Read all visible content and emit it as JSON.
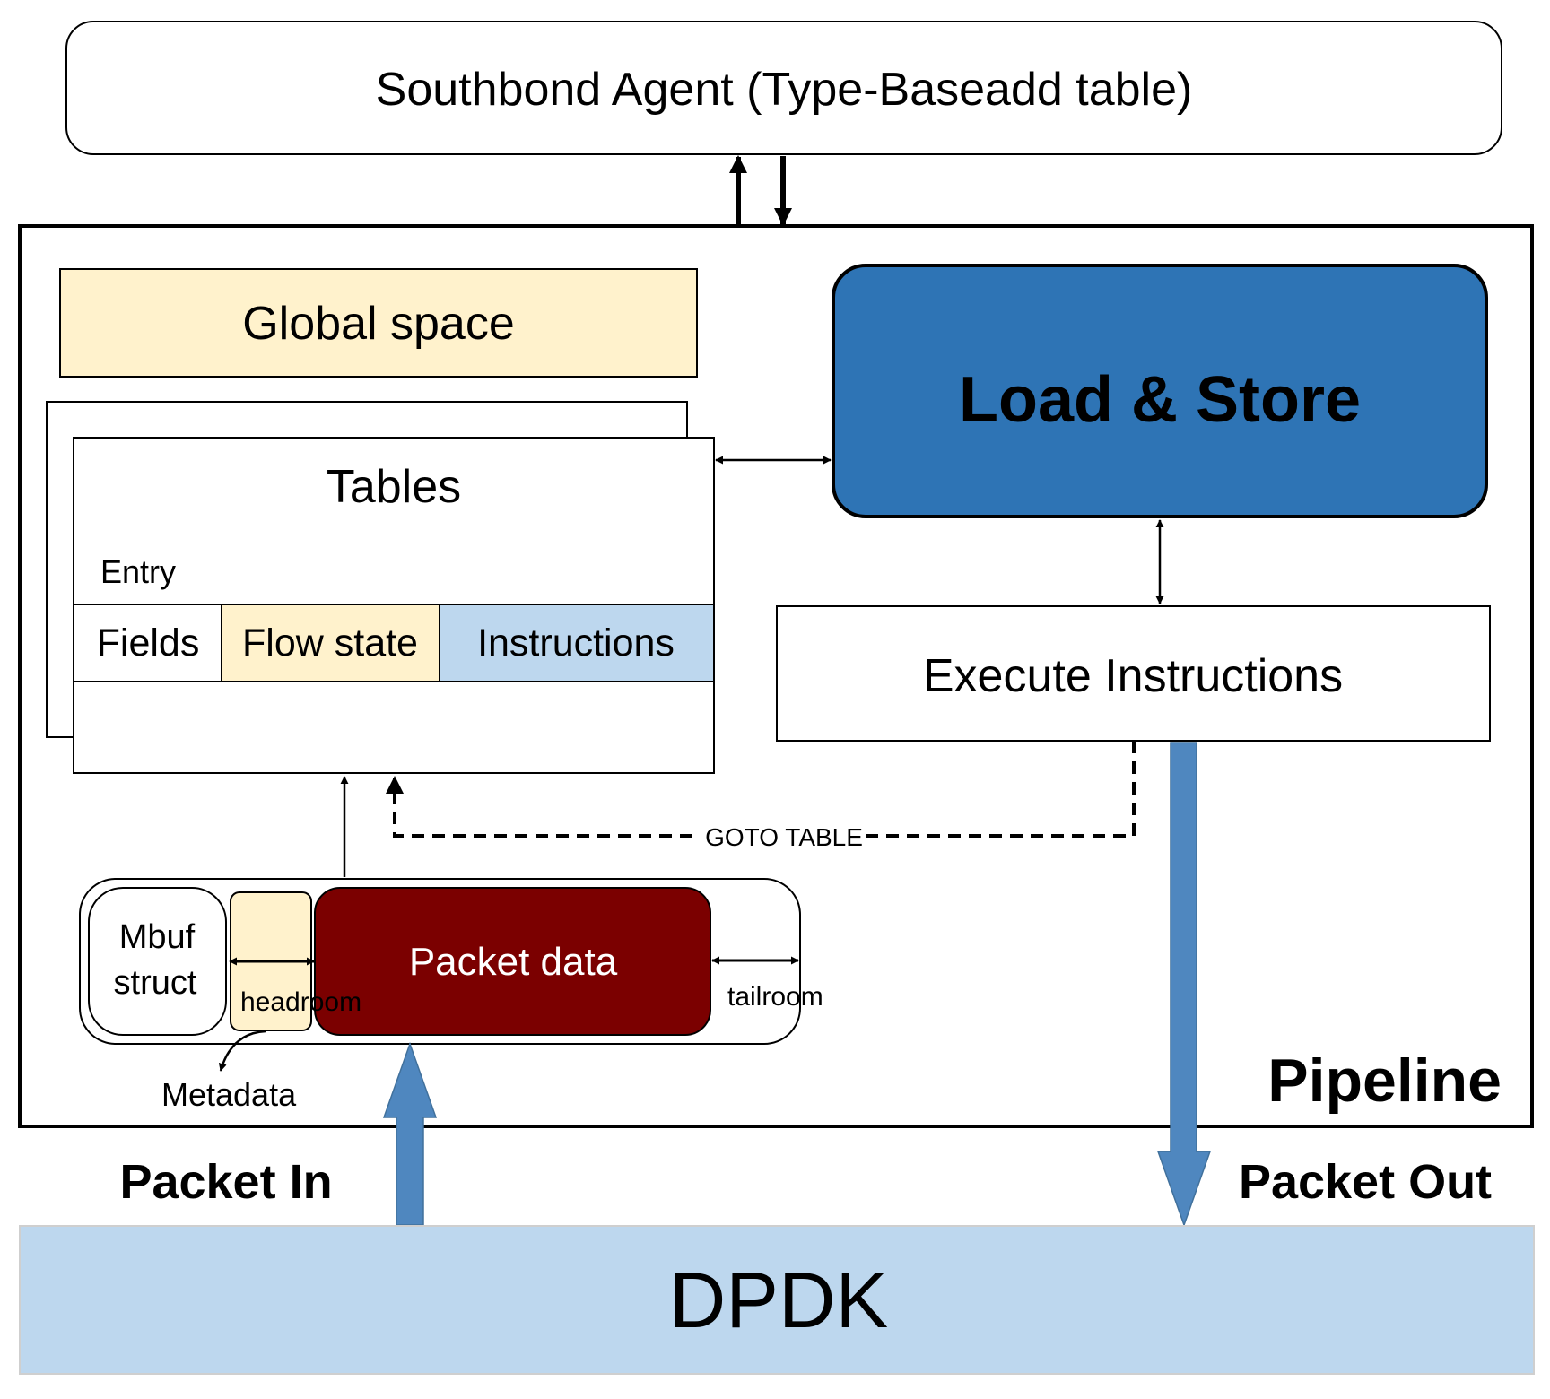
{
  "agent": {
    "label": "Southbond Agent (Type-Baseadd table)"
  },
  "pipeline": {
    "label": "Pipeline"
  },
  "global_space": {
    "label": "Global space"
  },
  "load_store": {
    "label": "Load & Store"
  },
  "tables": {
    "title": "Tables",
    "entry_label": "Entry",
    "cells": {
      "fields": "Fields",
      "flow_state": "Flow state",
      "instructions": "Instructions"
    }
  },
  "execute": {
    "label": "Execute Instructions"
  },
  "goto_table": {
    "label": "GOTO TABLE"
  },
  "mbuf": {
    "struct_line1": "Mbuf",
    "struct_line2": "struct",
    "packet_data": "Packet data",
    "headroom": "headroom",
    "tailroom": "tailroom",
    "metadata": "Metadata"
  },
  "io": {
    "packet_in": "Packet In",
    "packet_out": "Packet Out"
  },
  "dpdk": {
    "label": "DPDK"
  },
  "colors": {
    "light_yellow": "#fff2cc",
    "light_blue": "#bdd7ee",
    "load_store_blue": "#2e74b5",
    "packet_red": "#7b0000",
    "arrow_blue": "#4f87bf"
  }
}
